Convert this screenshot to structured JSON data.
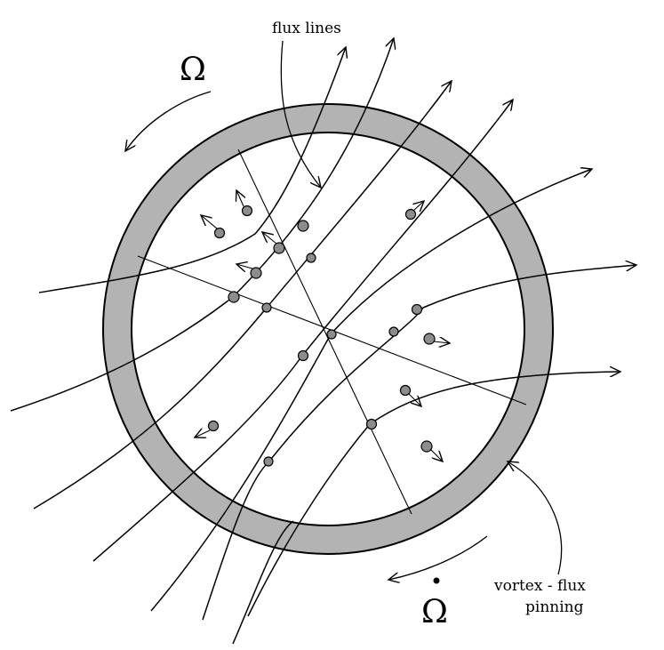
{
  "labels": {
    "flux_lines": "flux lines",
    "omega": "Ω",
    "vortex_line1": "vortex - flux",
    "vortex_line2": "pinning"
  },
  "colors": {
    "ink": "#000000",
    "shell": "#b3b3b3",
    "interior": "#ffffff",
    "vortex": "#8c8c8c"
  }
}
